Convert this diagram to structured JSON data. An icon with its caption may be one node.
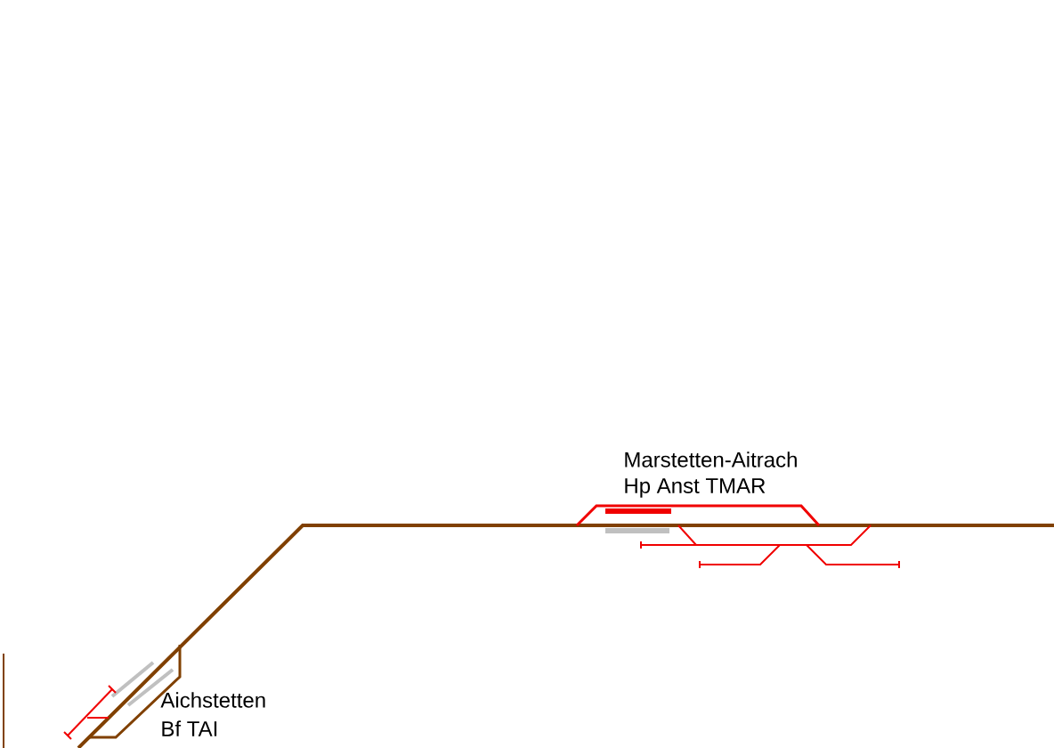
{
  "diagram": {
    "labels": [
      "Marstetten-Aitrach",
      "Hp Anst TMAR",
      "Aichstetten",
      "Bf TAI"
    ]
  }
}
